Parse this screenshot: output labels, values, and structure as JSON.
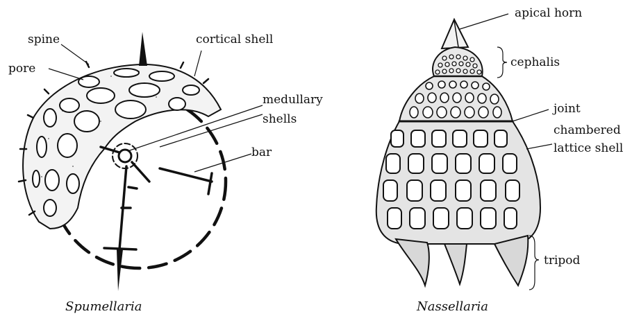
{
  "left_figure": {
    "caption": "Spumellaria",
    "labels": {
      "spine": "spine",
      "pore": "pore",
      "cortical_shell": "cortical shell",
      "medullary_1": "medullary",
      "medullary_2": "shells",
      "bar": "bar"
    }
  },
  "right_figure": {
    "caption": "Nassellaria",
    "labels": {
      "apical_horn": "apical horn",
      "cephalis": "cephalis",
      "joint": "joint",
      "chambered_1": "chambered",
      "chambered_2": "lattice shell",
      "tripod": "tripod"
    }
  }
}
